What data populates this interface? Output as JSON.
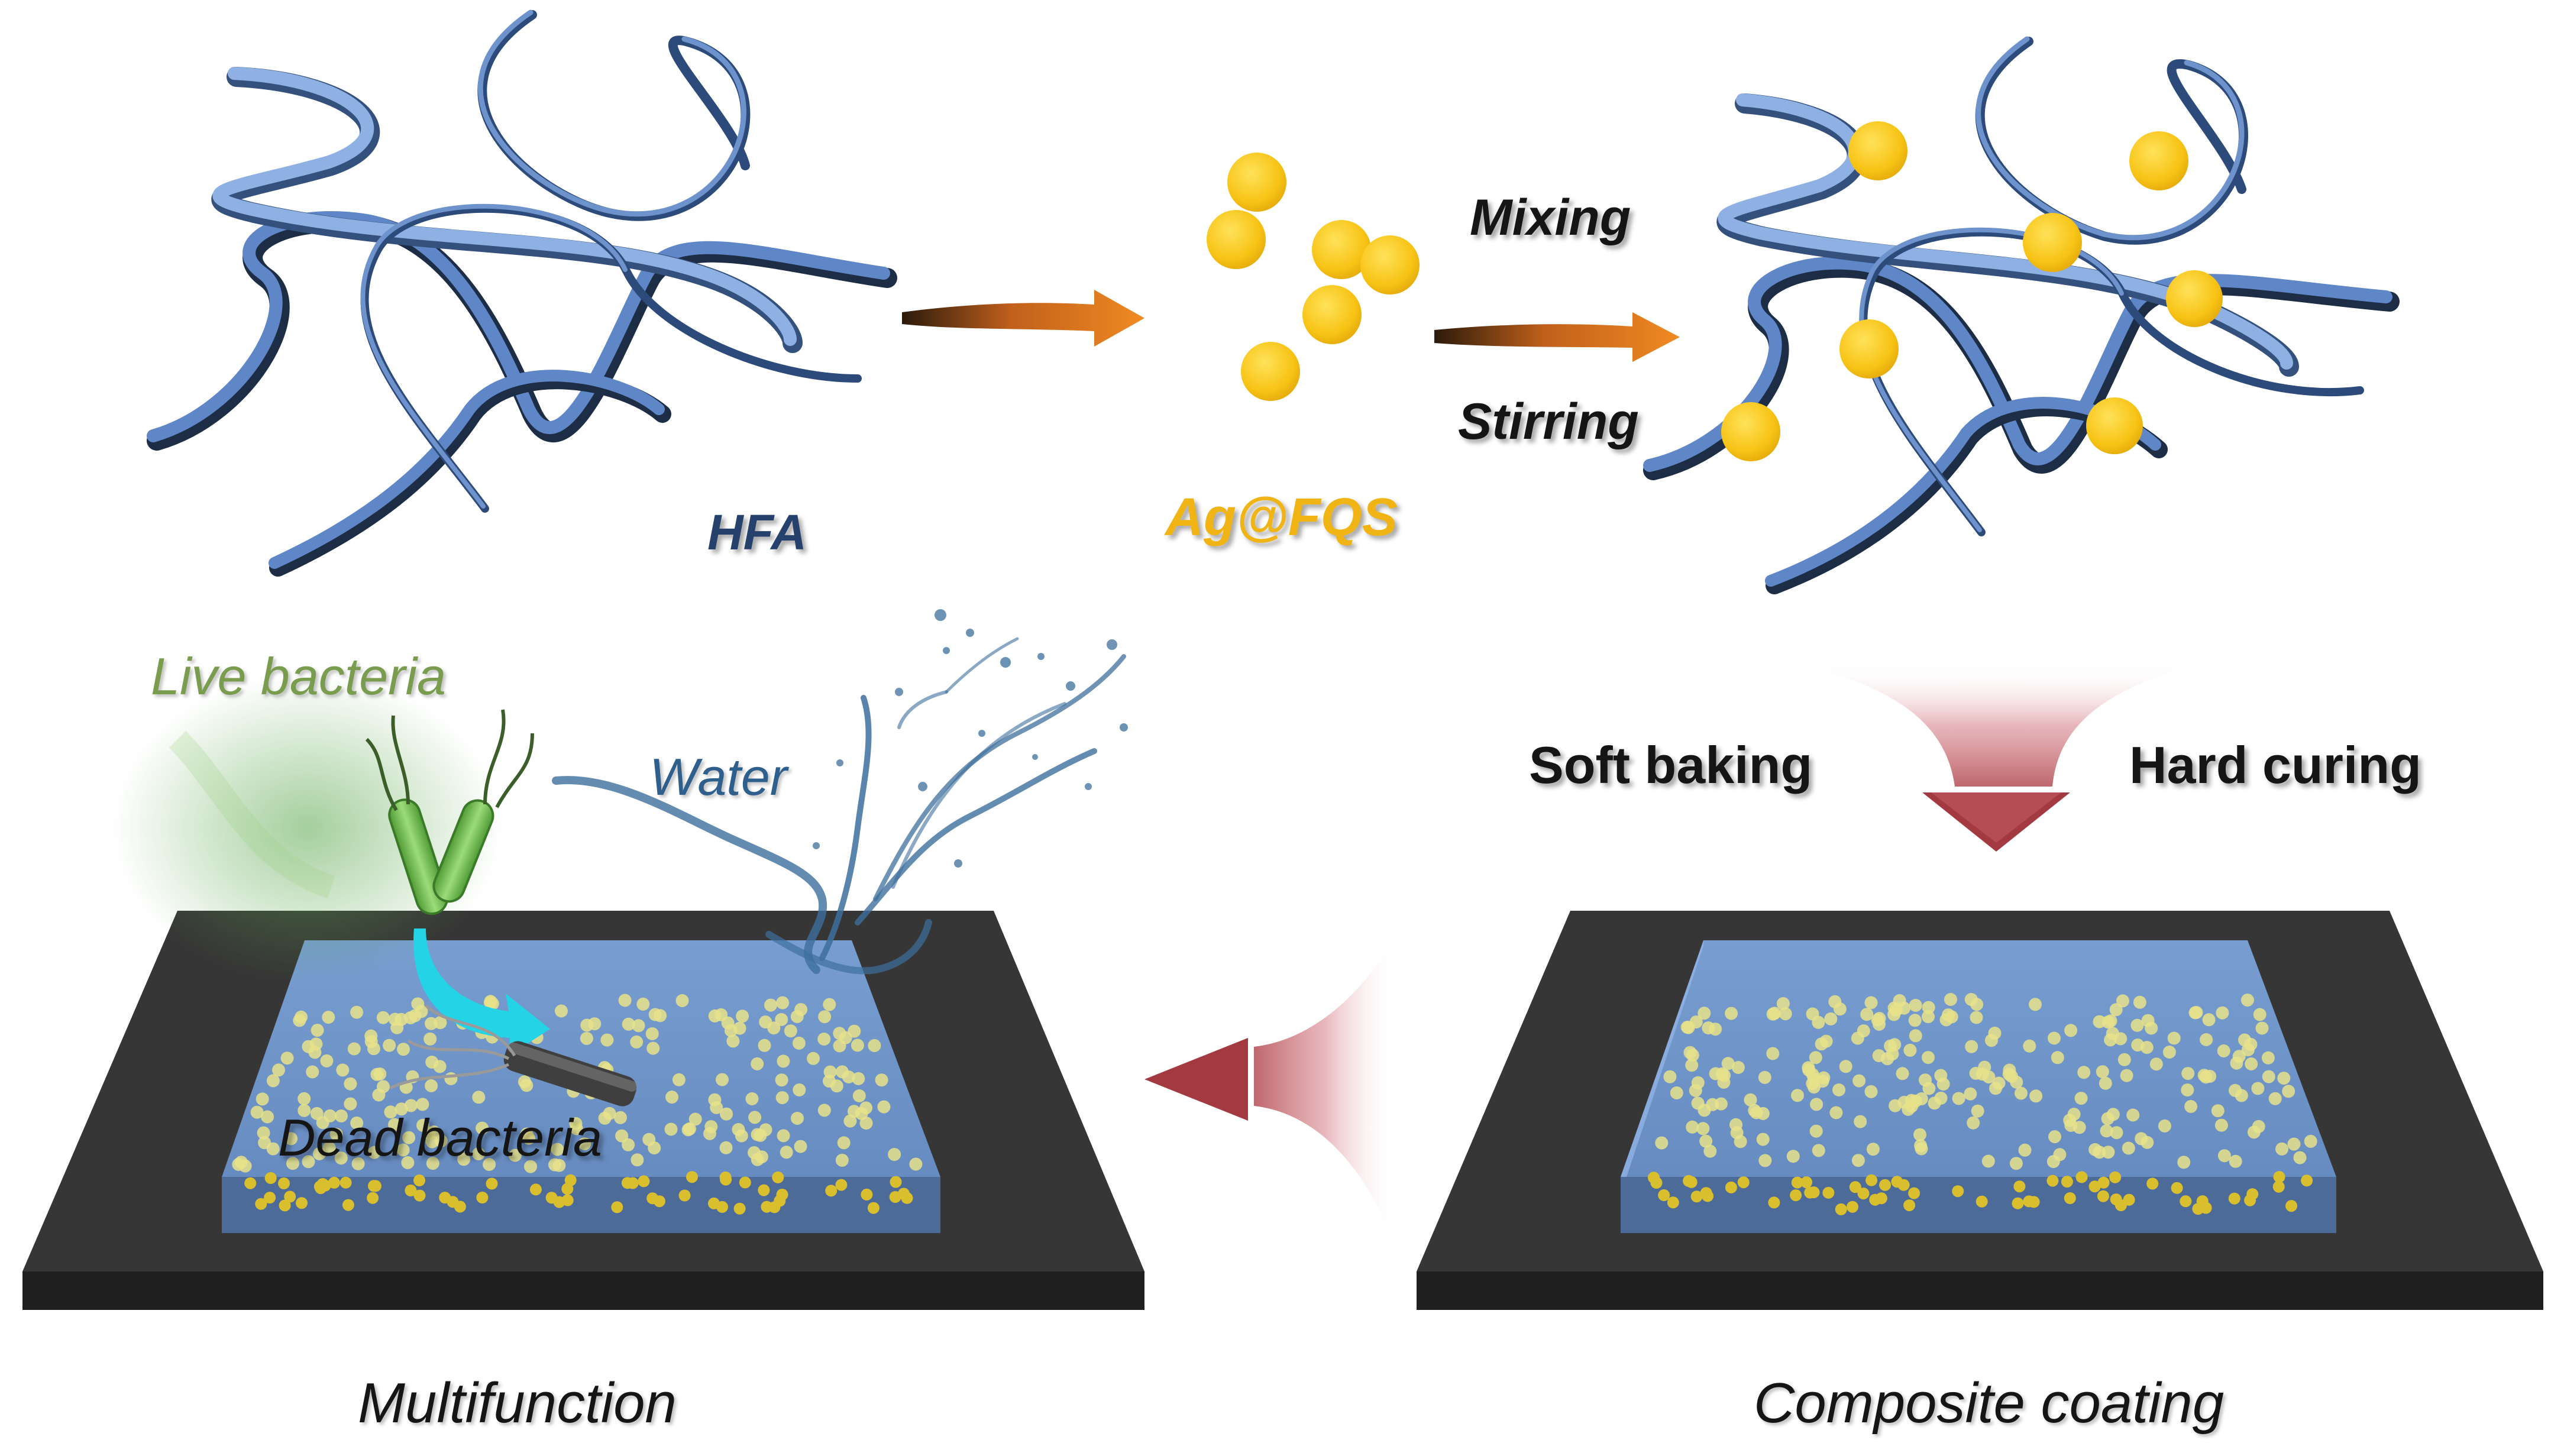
{
  "labels": {
    "hfa": "HFA",
    "ag_fqs": "Ag@FQS",
    "mixing": "Mixing",
    "stirring": "Stirring",
    "soft_baking": "Soft baking",
    "hard_curing": "Hard curing",
    "live_bacteria": "Live bacteria",
    "water": "Water",
    "dead_bacteria": "Dead bacteria",
    "multifunction": "Multifunction",
    "composite_coating": "Composite coating"
  },
  "colors": {
    "polymer_blue": "#5f86c6",
    "polymer_dark": "#1c2d45",
    "particle_gold": "#f7c315",
    "arrow_orange": "#e87f1e",
    "arrow_red": "#b8444a",
    "substrate": "#363636",
    "coating": "#6f98d3",
    "bacteria_green": "#7dc25a",
    "dead_gray": "#4b4b4b",
    "arrow_cyan": "#25d3e6",
    "label_navy": "#26416b",
    "label_gold": "#f0b414",
    "label_green": "#7a9c4e",
    "water_blue": "#2f5f8c"
  }
}
